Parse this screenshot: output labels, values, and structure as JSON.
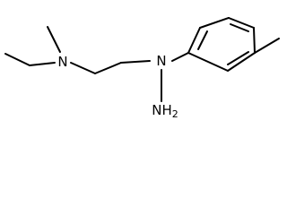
{
  "molecule": {
    "atoms": {
      "amine_n": "N",
      "hydrazine_n": "N",
      "amino": "NH2"
    }
  }
}
